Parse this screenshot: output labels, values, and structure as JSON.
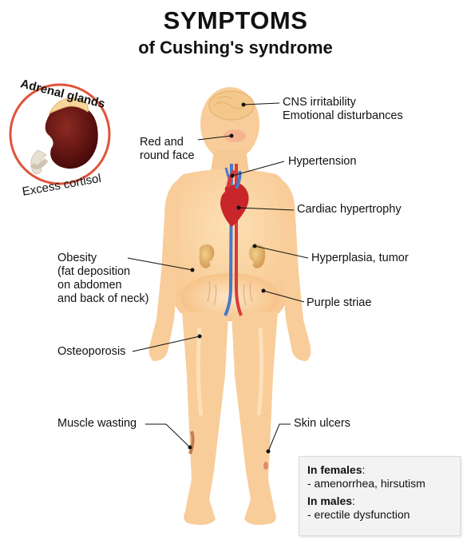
{
  "header": {
    "title": "SYMPTOMS",
    "subtitle": "of Cushing's syndrome"
  },
  "inset": {
    "top_label": "Adrenal glands",
    "bottom_label": "Excess cortisol"
  },
  "symptoms": {
    "cns": [
      "CNS irritability",
      "Emotional disturbances"
    ],
    "face": [
      "Red and",
      "round face"
    ],
    "hypertension": "Hypertension",
    "cardiac": "Cardiac hypertrophy",
    "obesity": [
      "Obesity",
      "(fat deposition",
      "on abdomen",
      "and back of neck)"
    ],
    "hyperplasia": "Hyperplasia, tumor",
    "striae": "Purple striae",
    "osteoporosis": "Osteoporosis",
    "muscle": "Muscle wasting",
    "ulcers": "Skin ulcers"
  },
  "notes": {
    "females_heading": "In females",
    "females_text": "- amenorrhea, hirsutism",
    "males_heading": "In males",
    "males_text": "- erectile dysfunction"
  },
  "colors": {
    "skin": "#fcd6a2",
    "skin_dark": "#f3bf86",
    "kidney": "#6b1414",
    "heart": "#c8262a",
    "artery": "#d93a3a",
    "vein": "#4a78c8",
    "inset_ring": "#e0533a"
  }
}
